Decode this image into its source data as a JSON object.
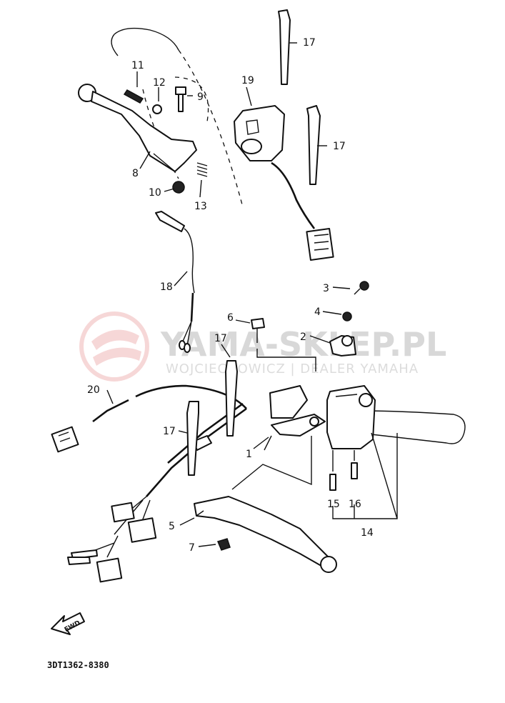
{
  "watermark": {
    "main": "YAMA-SKLEP.PL",
    "sub": "WOJCIECHOWICZ | DEALER YAMAHA",
    "logo_color": "#f0b8b8"
  },
  "part_numbers": [
    "1",
    "2",
    "3",
    "4",
    "5",
    "6",
    "7",
    "8",
    "9",
    "10",
    "11",
    "12",
    "13",
    "14",
    "15",
    "16",
    "17",
    "18",
    "19",
    "20"
  ],
  "label_17_repeat": "17",
  "fwd_label": "FWD",
  "diagram_code": "3DT1362-8380"
}
